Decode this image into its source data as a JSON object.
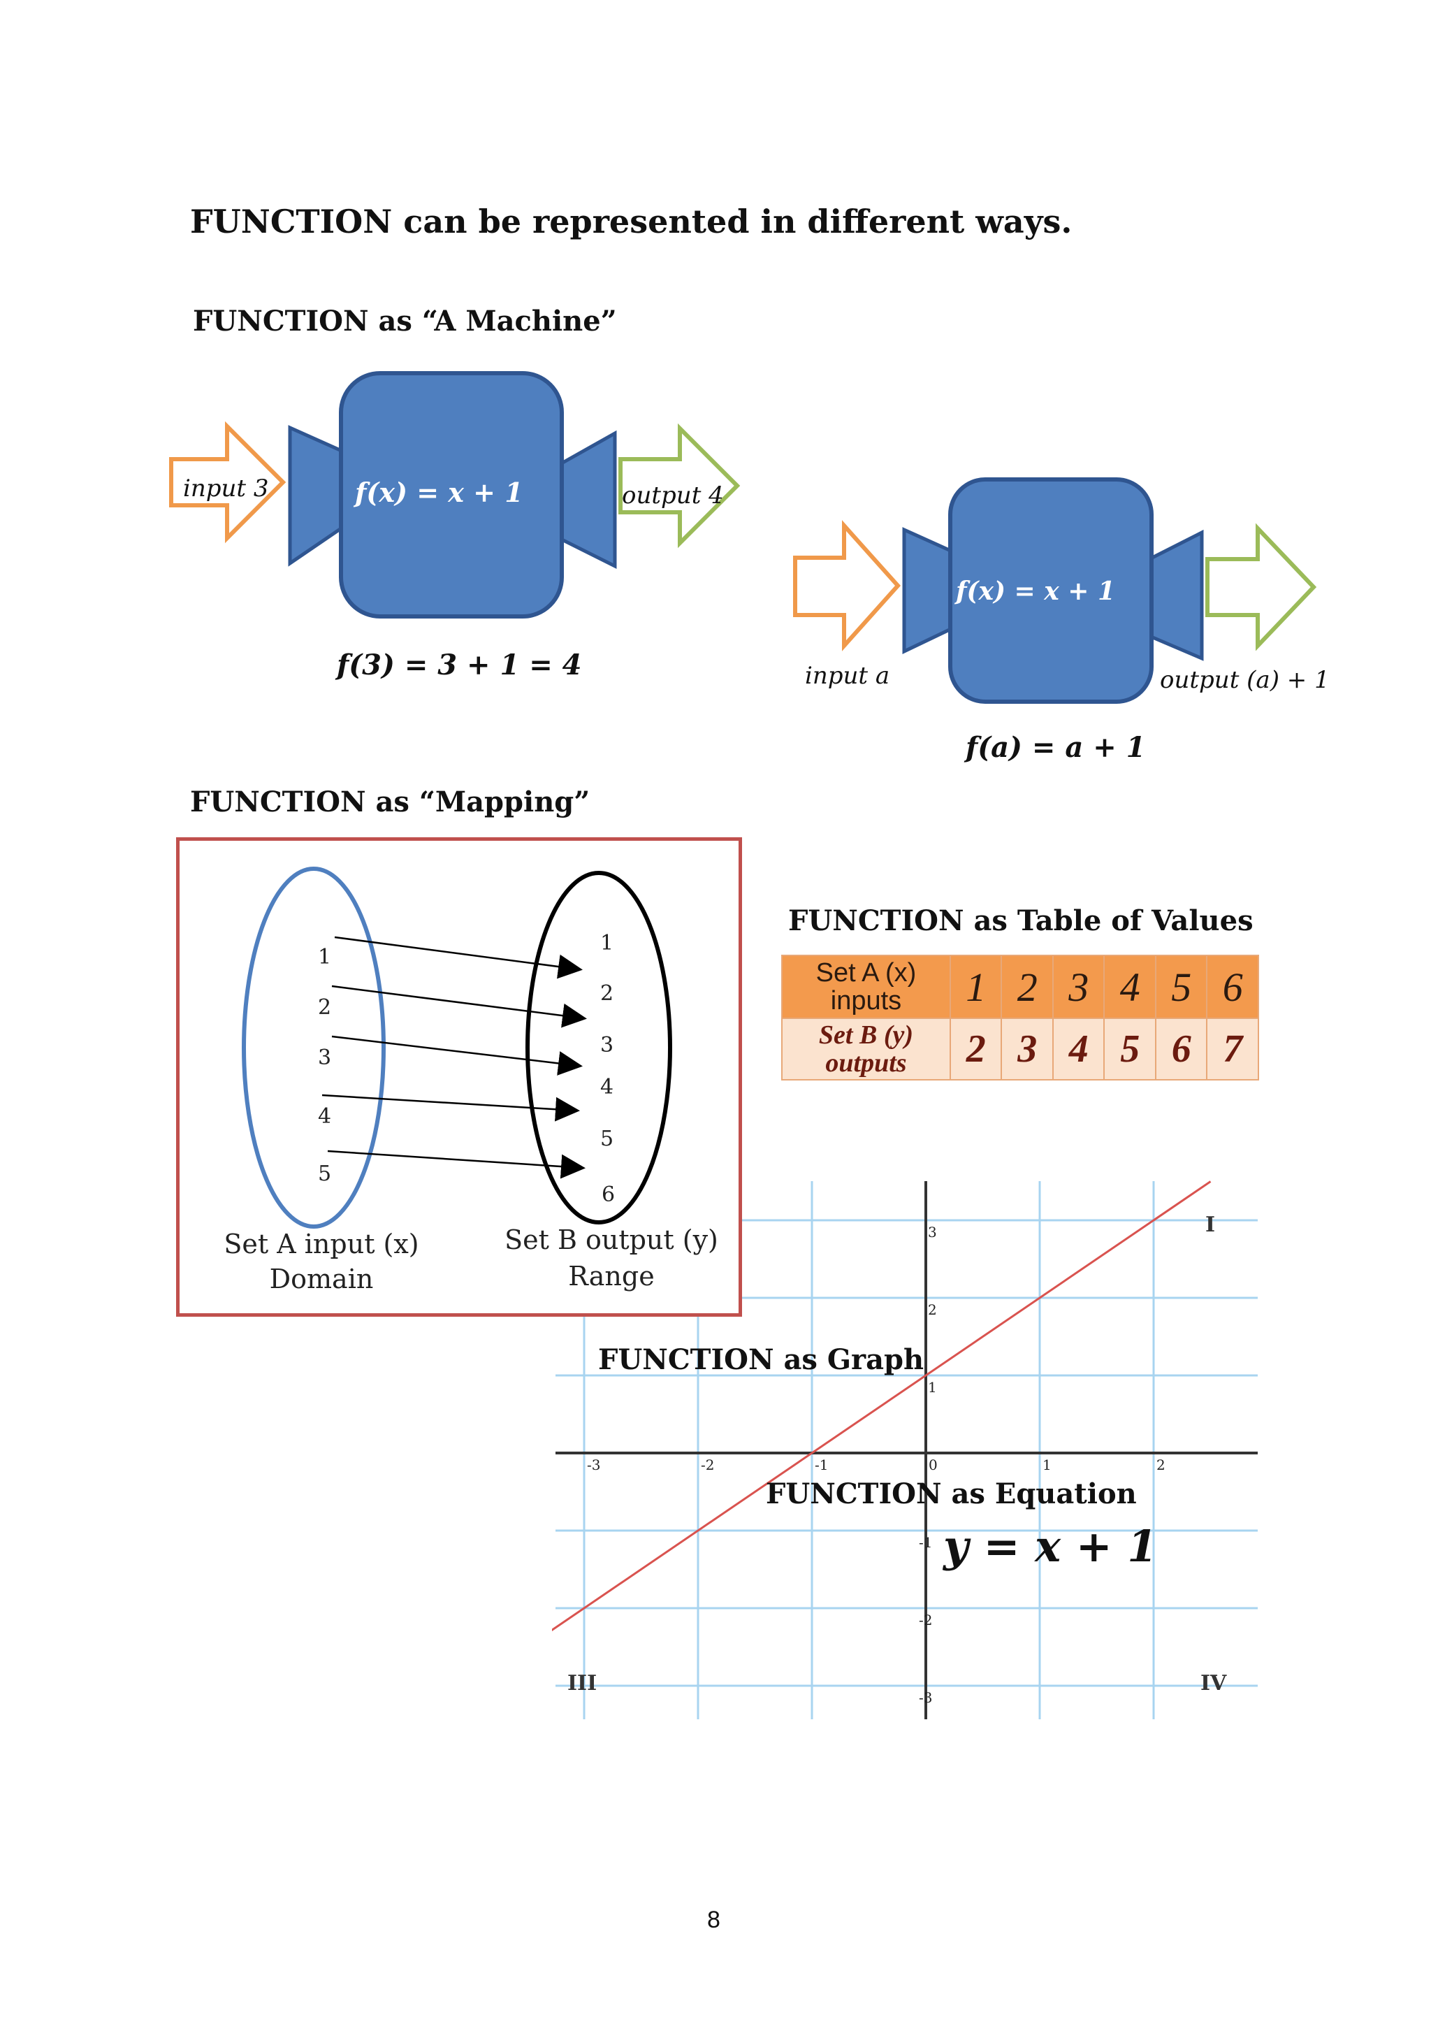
{
  "heading": "FUNCTION can be represented in different ways.",
  "machine": {
    "title": "FUNCTION as “A Machine”",
    "m1": {
      "input": "input 3",
      "rule": "f(x) = x + 1",
      "output": "output 4",
      "eval": "f(3) = 3 + 1 = 4"
    },
    "m2": {
      "input": "input a",
      "rule": "f(x) = x + 1",
      "output": "output (a) + 1",
      "eval": "f(a) = a + 1"
    },
    "colors": {
      "box": "#4f7fbf",
      "box_stroke": "#2f5590",
      "input_arrow": "#f0994a",
      "output_arrow": "#9bbb59"
    }
  },
  "mapping": {
    "title": "FUNCTION as “Mapping”",
    "set_a": [
      "1",
      "2",
      "3",
      "4",
      "5"
    ],
    "set_b": [
      "1",
      "2",
      "3",
      "4",
      "5",
      "6"
    ],
    "set_a_label": "Set A input (x)",
    "set_a_sub": "Domain",
    "set_b_label": "Set B output (y)",
    "set_b_sub": "Range",
    "colors": {
      "frame": "#c0504d",
      "set_a_oval": "#4f7fbf",
      "set_b_oval": "#000000"
    }
  },
  "table": {
    "title": "FUNCTION as Table of Values",
    "row_a_header_1": "Set A (x)",
    "row_a_header_2": "inputs",
    "row_b_header_1": "Set B (y)",
    "row_b_header_2": "outputs",
    "inputs": [
      "1",
      "2",
      "3",
      "4",
      "5",
      "6"
    ],
    "outputs": [
      "2",
      "3",
      "4",
      "5",
      "6",
      "7"
    ]
  },
  "graph": {
    "title": "FUNCTION as Graph",
    "equation_title": "FUNCTION as Equation",
    "equation": "y = x + 1",
    "quadrants": {
      "q1": "I",
      "q3": "III",
      "q4": "IV"
    },
    "x_ticks": [
      "-3",
      "-2",
      "-1",
      "0",
      "1",
      "2"
    ],
    "y_ticks": [
      "3",
      "2",
      "1",
      "-1",
      "-2",
      "-3"
    ],
    "colors": {
      "grid": "#a8d4f0",
      "axis": "#333333",
      "line": "#d9534f"
    }
  },
  "chart_data": {
    "type": "line",
    "series": [
      {
        "x": [
          -3.3,
          2.5
        ],
        "y": [
          -2.3,
          3.5
        ]
      }
    ],
    "xlim": [
      -3.3,
      2.9
    ],
    "ylim": [
      -3.3,
      3.5
    ],
    "grid": true
  },
  "page_number": "8"
}
